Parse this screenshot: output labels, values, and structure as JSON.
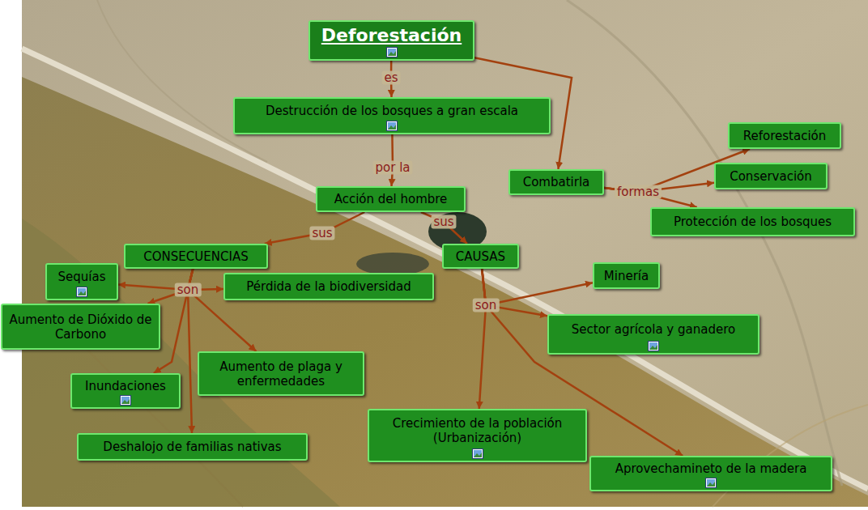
{
  "diagram": {
    "nodes": [
      {
        "text": [
          "Deforestación"
        ]
      },
      {
        "text": [
          "Destrucción de los bosques a gran escala"
        ]
      },
      {
        "text": [
          "Acción del hombre"
        ]
      },
      {
        "text": [
          "Combatirla"
        ]
      },
      {
        "text": [
          "Reforestación"
        ]
      },
      {
        "text": [
          "Conservación"
        ]
      },
      {
        "text": [
          "Protección de los bosques"
        ]
      },
      {
        "text": [
          "CONSECUENCIAS"
        ]
      },
      {
        "text": [
          "CAUSAS"
        ]
      },
      {
        "text": [
          "Sequías"
        ]
      },
      {
        "text": [
          "Pérdida de la biodiversidad"
        ]
      },
      {
        "text": [
          "Minería"
        ]
      },
      {
        "text": [
          "Aumento de Dióxido de Carbono"
        ]
      },
      {
        "text": [
          "Sector agrícola y ganadero"
        ]
      },
      {
        "text": [
          "Aumento de plaga y enfermedades"
        ]
      },
      {
        "text": [
          "Inundaciones"
        ]
      },
      {
        "text": [
          "Crecimiento de la población (Urbanización)"
        ]
      },
      {
        "text": [
          "Deshalojo de familias nativas"
        ]
      },
      {
        "text": [
          "Aprovechamineto de la madera"
        ]
      }
    ],
    "edges": [
      {
        "from": 0,
        "to": 1,
        "label": "es",
        "arrow": "to"
      },
      {
        "from": 0,
        "to": 3,
        "arrow": "to"
      },
      {
        "from": 1,
        "to": 2,
        "label": "por la",
        "arrow": "to"
      },
      {
        "from": 2,
        "to": 7,
        "label": "sus",
        "arrow": "to"
      },
      {
        "from": 2,
        "to": 8,
        "label": "sus",
        "arrow": "to"
      },
      {
        "from": 3,
        "to": 4,
        "arrow": "to"
      },
      {
        "from": 3,
        "to": 5,
        "label": "formas",
        "arrow": "to"
      },
      {
        "from": 3,
        "to": 6,
        "arrow": "to"
      },
      {
        "from": 7,
        "to": 9,
        "label": "son",
        "arrow": "to"
      },
      {
        "from": 7,
        "to": 10,
        "arrow": "to"
      },
      {
        "from": 7,
        "to": 12,
        "arrow": "to"
      },
      {
        "from": 7,
        "to": 14,
        "arrow": "to"
      },
      {
        "from": 7,
        "to": 15,
        "arrow": "to"
      },
      {
        "from": 7,
        "to": 17,
        "arrow": "to"
      },
      {
        "from": 8,
        "to": 11,
        "label": "son",
        "arrow": "to"
      },
      {
        "from": 8,
        "to": 13,
        "arrow": "to"
      },
      {
        "from": 8,
        "to": 16,
        "arrow": "to"
      },
      {
        "from": 8,
        "to": 18,
        "arrow": "to"
      }
    ]
  }
}
